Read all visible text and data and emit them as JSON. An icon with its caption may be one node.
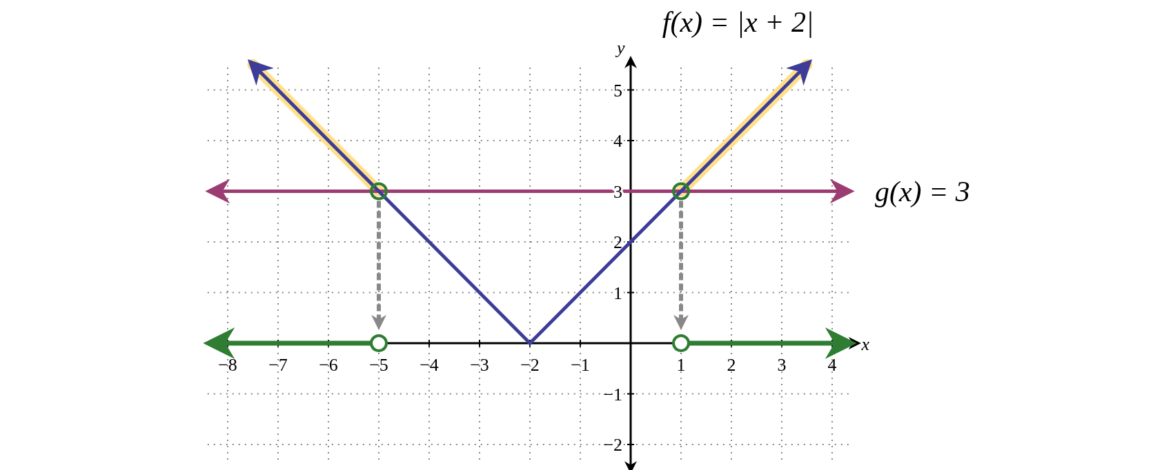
{
  "diagram": {
    "chart_data": {
      "type": "line",
      "xlabel": "x",
      "ylabel": "y",
      "x": [
        -8.3,
        -7.5,
        -5,
        -2,
        1,
        3.5,
        4.3
      ],
      "series": [
        {
          "name": "f(x) = |x + 2|",
          "color": "#3d3d99",
          "values": [
            null,
            5.5,
            3,
            0,
            3,
            5.5,
            null
          ]
        },
        {
          "name": "g(x) = 3",
          "color": "#9b3d72",
          "values": [
            3,
            3,
            3,
            3,
            3,
            3,
            3
          ]
        },
        {
          "name": null,
          "color": "#2e7d32",
          "values": [
            0,
            0,
            0,
            null,
            0,
            0,
            0
          ]
        }
      ],
      "xlim": [
        -8.4,
        4.5
      ],
      "ylim": [
        -2.5,
        5.6
      ],
      "xticks": [
        {
          "value": -8,
          "label": "−8"
        },
        {
          "value": -7,
          "label": "−7"
        },
        {
          "value": -6,
          "label": "−6"
        },
        {
          "value": -5,
          "label": "−5"
        },
        {
          "value": -4,
          "label": "−4"
        },
        {
          "value": -3,
          "label": "−3"
        },
        {
          "value": -2,
          "label": "−2"
        },
        {
          "value": -1,
          "label": "−1"
        },
        1,
        2,
        3,
        4
      ],
      "yticks": [
        {
          "value": -2,
          "label": "−2"
        },
        {
          "value": -1,
          "label": "−1"
        },
        1,
        2,
        3,
        4,
        5
      ],
      "grid": true
    }
  }
}
